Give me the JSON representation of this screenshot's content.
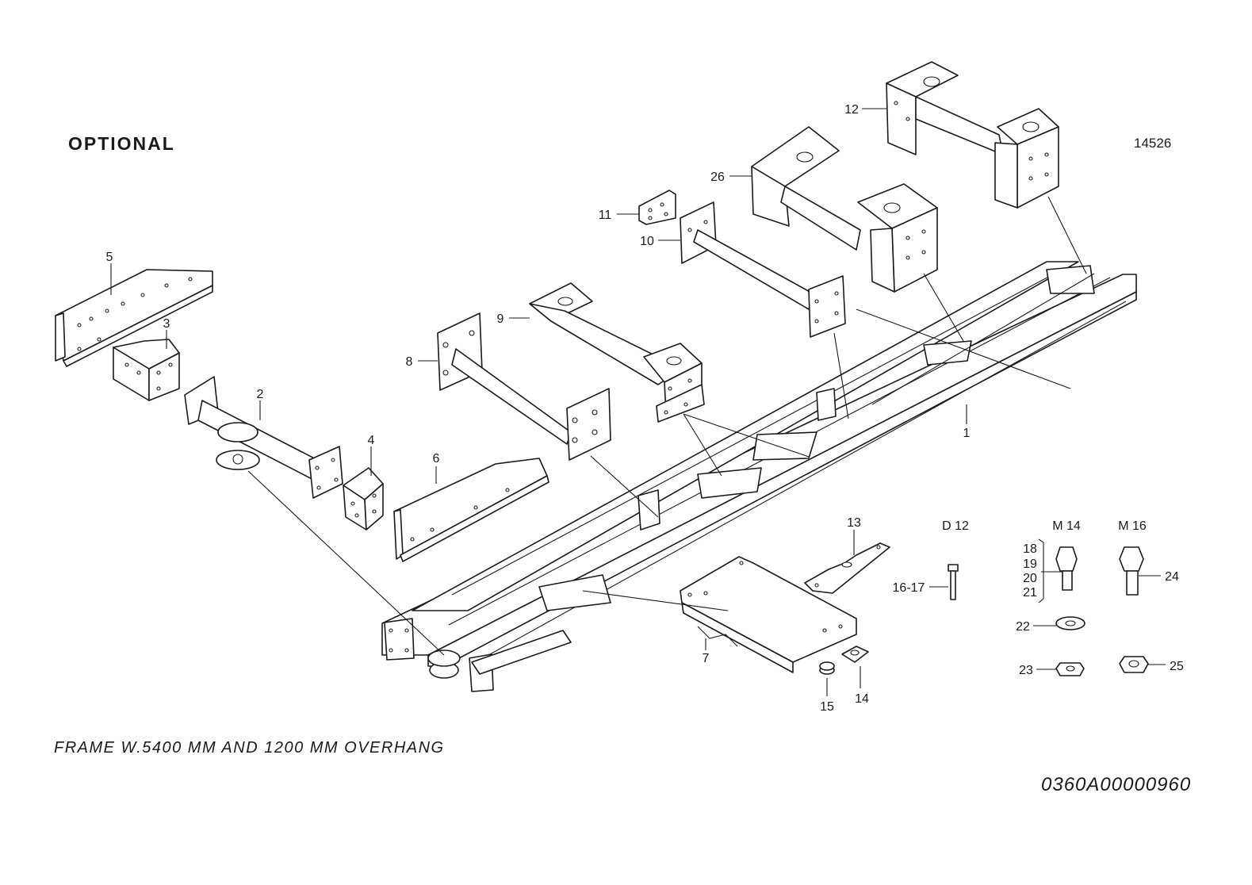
{
  "heading": "OPTIONAL",
  "drawing_number": "14526",
  "caption": "FRAME W.5400 MM AND 1200 MM OVERHANG",
  "part_code": "0360A00000960",
  "size_labels": {
    "d12": "D 12",
    "m14": "M 14",
    "m16": "M 16"
  },
  "callouts": {
    "c1": "1",
    "c2": "2",
    "c3": "3",
    "c4": "4",
    "c5": "5",
    "c6": "6",
    "c7": "7",
    "c8": "8",
    "c9": "9",
    "c10": "10",
    "c11": "11",
    "c12": "12",
    "c13": "13",
    "c14": "14",
    "c15": "15",
    "c16_17": "16-17",
    "c18": "18",
    "c19": "19",
    "c20": "20",
    "c21": "21",
    "c22": "22",
    "c23": "23",
    "c24": "24",
    "c25": "25",
    "c26": "26"
  }
}
